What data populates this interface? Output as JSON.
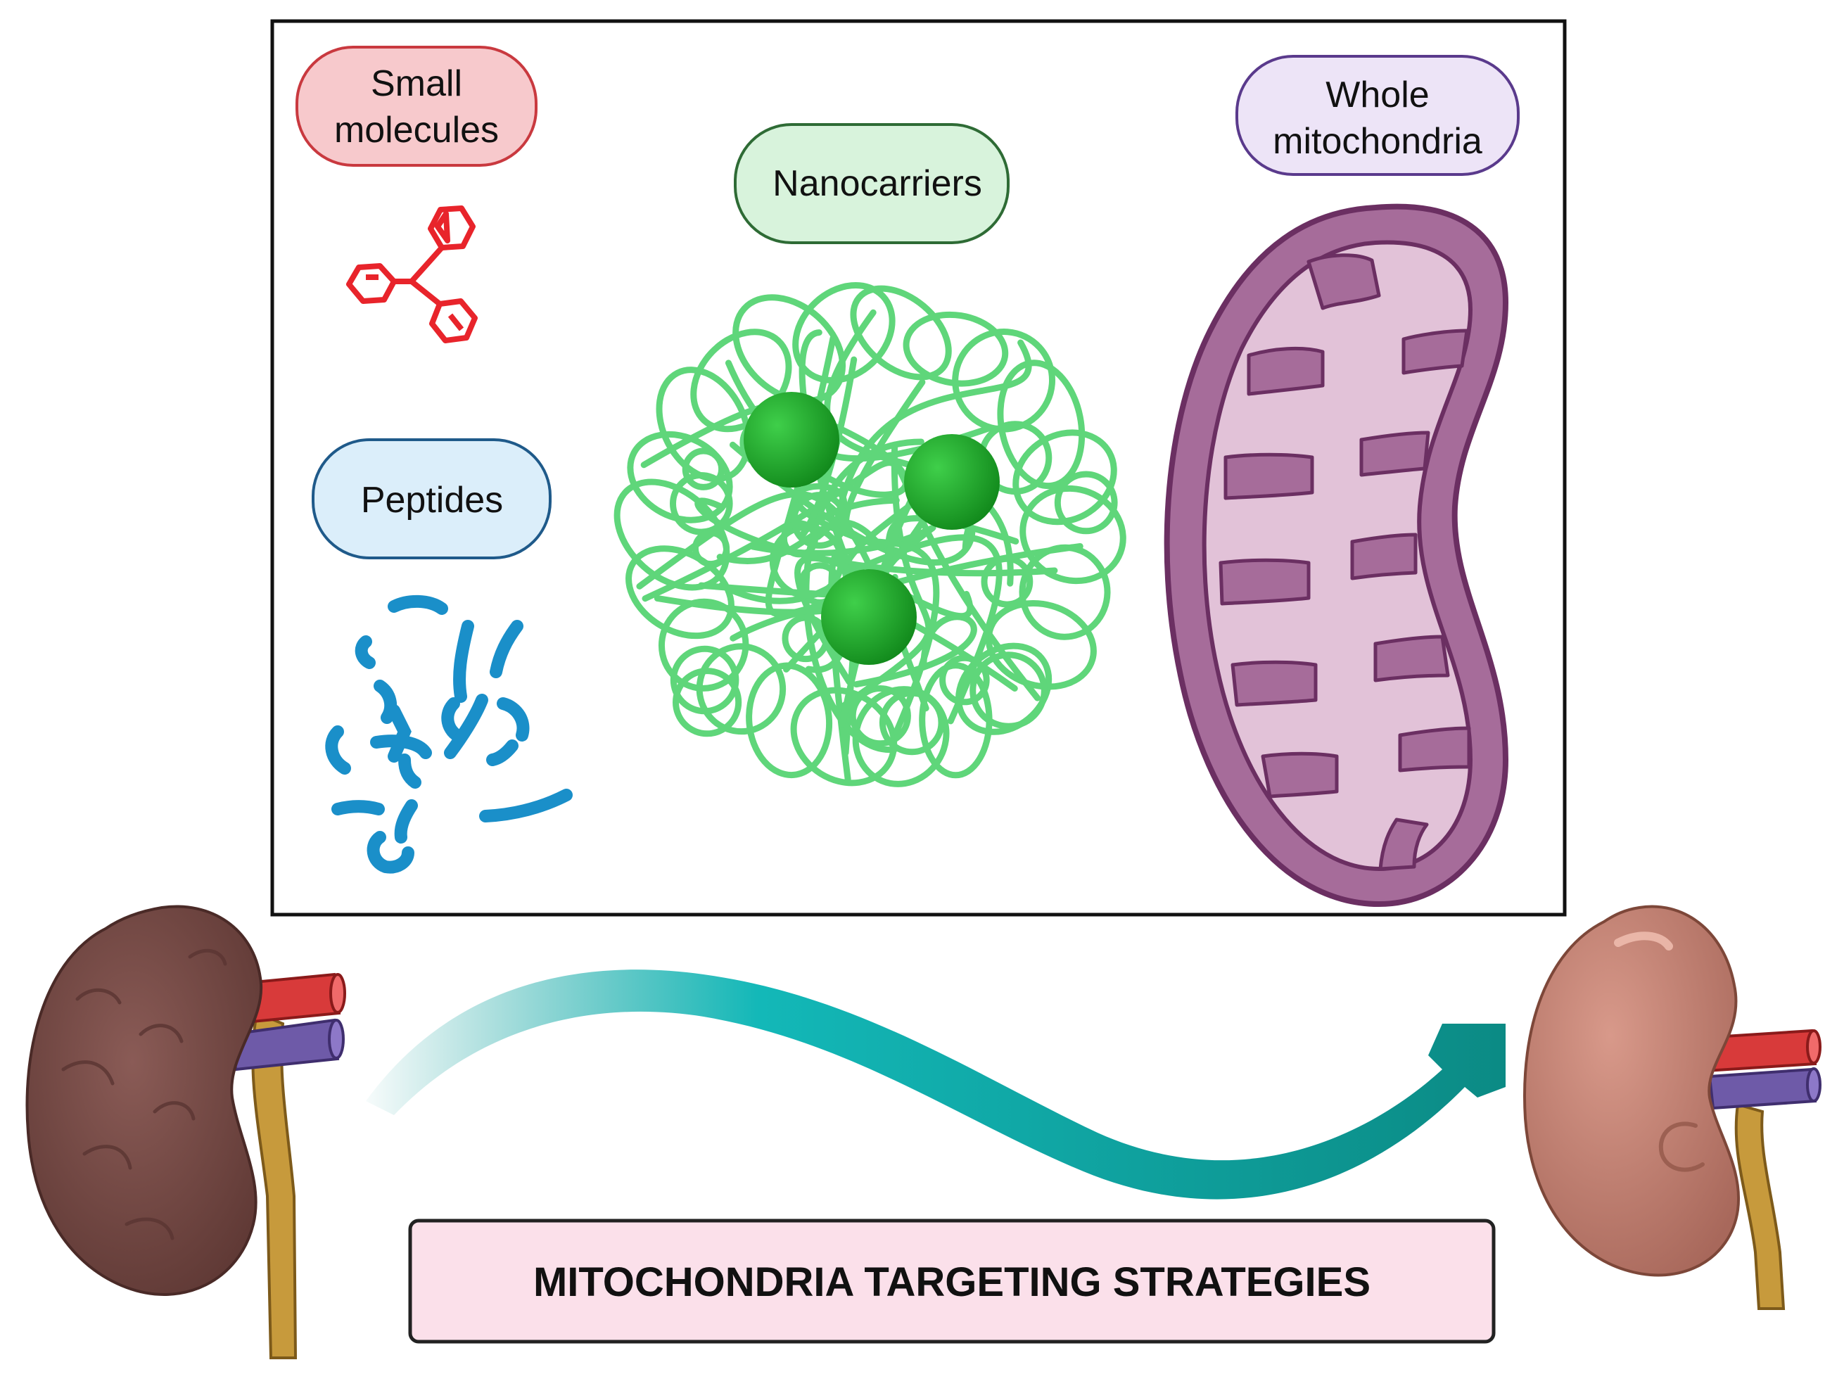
{
  "categories": {
    "small_molecules": {
      "line1": "Small",
      "line2": "molecules",
      "fill": "#f7c9cc",
      "stroke": "#c9393f"
    },
    "peptides": {
      "label": "Peptides",
      "fill": "#dbeefa",
      "stroke": "#1f5a8a"
    },
    "nanocarriers": {
      "label": "Nanocarriers",
      "fill": "#d8f3dc",
      "stroke": "#2e6b35"
    },
    "whole_mitochondria": {
      "line1": "Whole",
      "line2": "mitochondria",
      "fill": "#ede4f7",
      "stroke": "#5a3a8c"
    }
  },
  "title_banner": {
    "label": "MITOCHONDRIA TARGETING STRATEGIES",
    "fill": "#fbe0ea",
    "stroke": "#222222"
  },
  "colors": {
    "small_molecule_icon": "#e8242b",
    "peptide_icon": "#1a8fc9",
    "nanocarrier_strands": "#5fd67a",
    "nanocarrier_beads": "#1fa62c",
    "mitochondrion_outer": "#a66c9a",
    "mitochondrion_inner": "#e2c2d8",
    "mitochondrion_border": "#6b2f62",
    "arrow": "#0e9893",
    "damaged_kidney": "#7c4f4b",
    "healthy_kidney": "#c07f70"
  }
}
